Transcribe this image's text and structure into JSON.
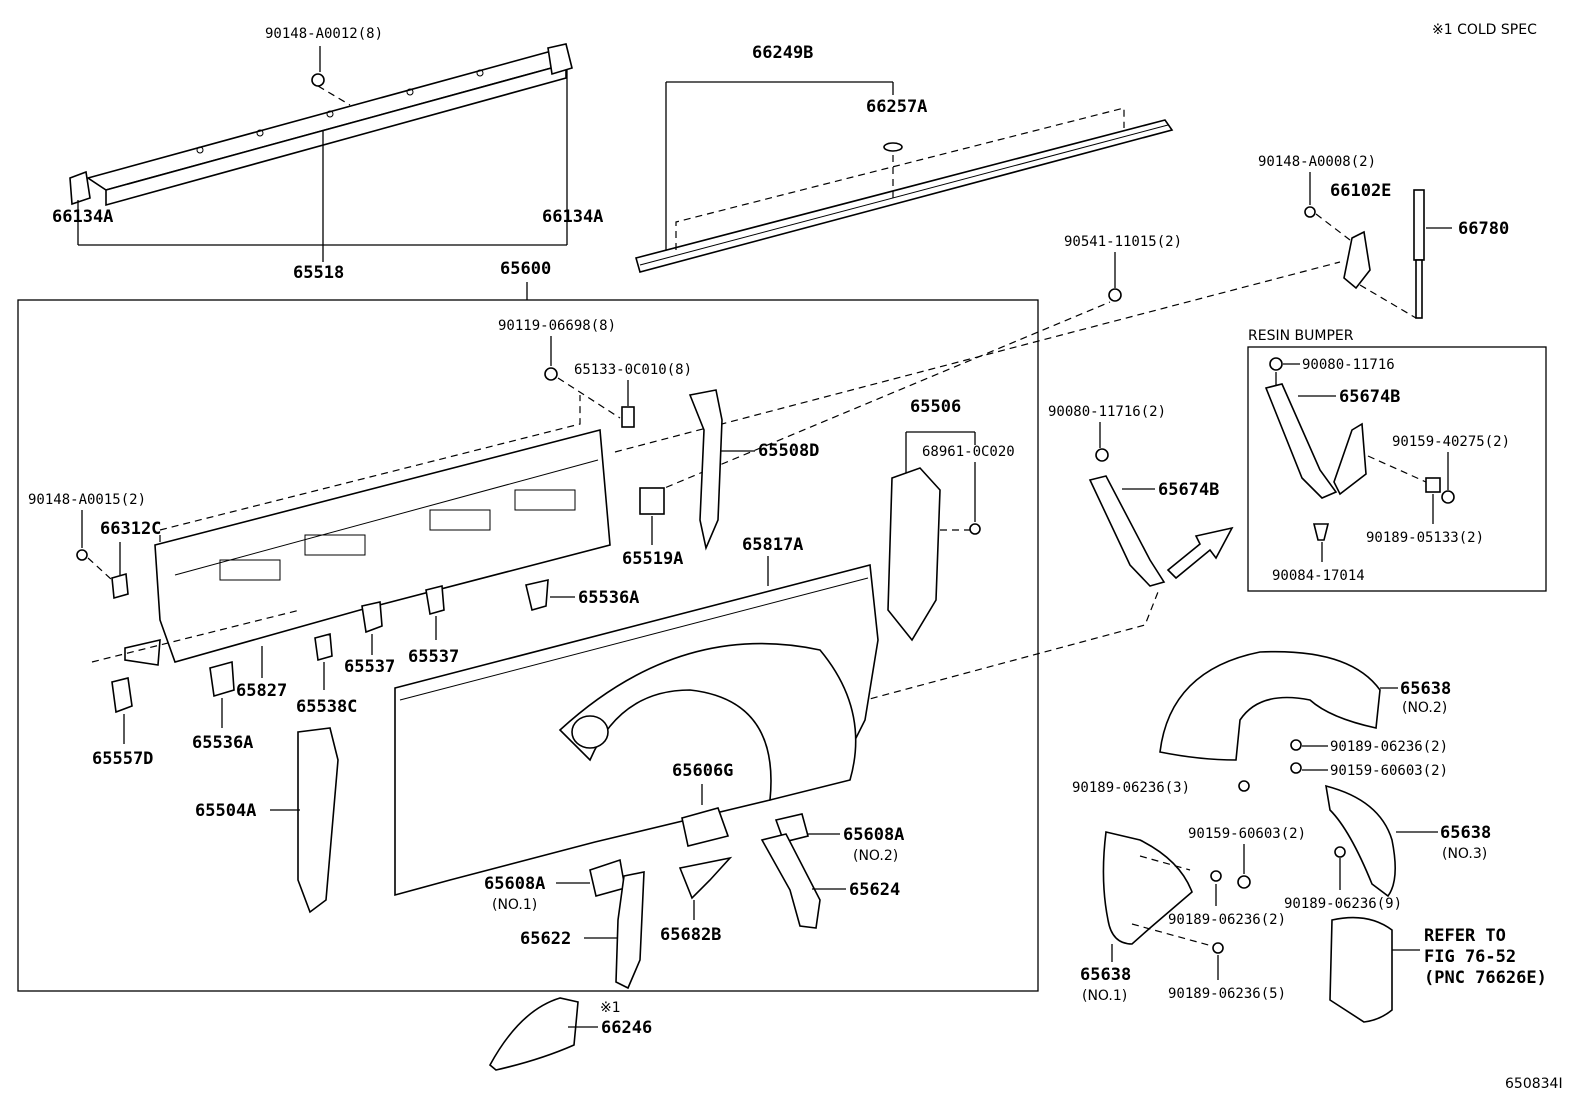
{
  "note_cold_spec": "※1 COLD SPEC",
  "figure_code": "650834I",
  "section_resin_bumper": "RESIN BUMPER",
  "labels": {
    "p90148_A0012": "90148-A0012(8)",
    "p66134A_l": "66134A",
    "p66134A_r": "66134A",
    "p65518": "65518",
    "p66249B": "66249B",
    "p66257A": "66257A",
    "p65600": "65600",
    "p90148_A0008": "90148-A0008(2)",
    "p66102E": "66102E",
    "p66780": "66780",
    "p90541": "90541-11015(2)",
    "p90119": "90119-06698(8)",
    "p65133": "65133-0C010(8)",
    "p65508D": "65508D",
    "p65506": "65506",
    "p68961": "68961-0C020",
    "p90080_a": "90080-11716(2)",
    "p65674B_a": "65674B",
    "p90148_A0015": "90148-A0015(2)",
    "p66312C": "66312C",
    "p65519A": "65519A",
    "p65817A": "65817A",
    "p65536A_r": "65536A",
    "p65537_a": "65537",
    "p65537_b": "65537",
    "p65827": "65827",
    "p65538C": "65538C",
    "p65557D": "65557D",
    "p65536A_l": "65536A",
    "p65504A": "65504A",
    "p65606G": "65606G",
    "p65608A_r": "65608A",
    "p65608A_r_sub": "(NO.2)",
    "p65624": "65624",
    "p65608A_l": "65608A",
    "p65608A_l_sub": "(NO.1)",
    "p65622": "65622",
    "p65682B": "65682B",
    "p66246_mark": "※1",
    "p66246": "66246",
    "p90080_b": "90080-11716",
    "p65674B_b": "65674B",
    "p90159_40275": "90159-40275(2)",
    "p90189_05133": "90189-05133(2)",
    "p90084": "90084-17014",
    "p65638_no2": "65638",
    "p65638_no2_sub": "(NO.2)",
    "p90189_06236_2a": "90189-06236(2)",
    "p90159_60603_2a": "90159-60603(2)",
    "p90189_06236_3": "90189-06236(3)",
    "p90159_60603_2b": "90159-60603(2)",
    "p65638_no3": "65638",
    "p65638_no3_sub": "(NO.3)",
    "p90189_06236_9": "90189-06236(9)",
    "p90189_06236_2b": "90189-06236(2)",
    "p65638_no1": "65638",
    "p65638_no1_sub": "(NO.1)",
    "p90189_06236_5": "90189-06236(5)",
    "refer_1": "REFER TO",
    "refer_2": "FIG 76-52",
    "refer_3": "(PNC 76626E)"
  }
}
